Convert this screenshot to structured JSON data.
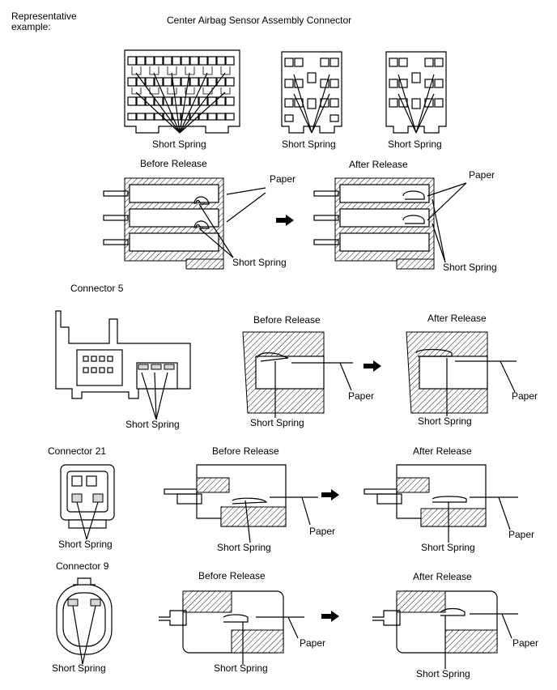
{
  "labels": {
    "representative": "Representative\nexample:",
    "title": "Center Airbag Sensor Assembly Connector",
    "connector5": "Connector 5",
    "connector21": "Connector 21",
    "connector9": "Connector 9",
    "before_release": "Before Release",
    "after_release": "After Release",
    "short_spring": "Short Spring",
    "paper": "Paper"
  }
}
